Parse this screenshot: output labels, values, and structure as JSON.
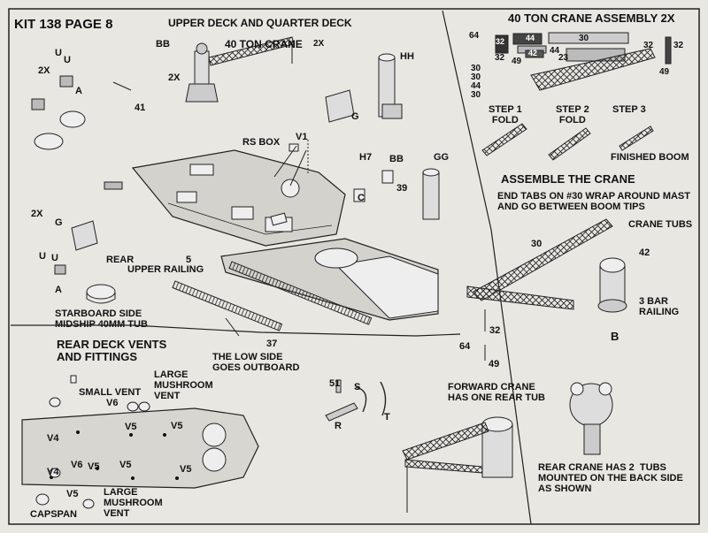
{
  "page": {
    "title": "KIT 138 PAGE 8",
    "subtitle": "UPPER DECK AND QUARTER DECK",
    "crane_heading": "40 TON CRANE",
    "crane_count": "2X"
  },
  "labels": {
    "bb_top": "BB",
    "two_x_crane": "2X",
    "two_x_left": "2X",
    "u_top": "U",
    "u_top2": "U",
    "a_top": "A",
    "n41": "41",
    "hh": "HH",
    "g_upper": "G",
    "rs_box": "RS BOX",
    "v1": "V1",
    "h7": "H7",
    "bb_mid": "BB",
    "n39": "39",
    "c": "C",
    "gg": "GG",
    "two_x_mid": "2X",
    "g_left": "G",
    "u_low": "U",
    "u_low2": "U",
    "a_low": "A",
    "rear": "REAR",
    "n5": "5",
    "upper_railing": "UPPER RAILING",
    "starboard": "STARBOARD SIDE\nMIDSHIP 40MM TUB",
    "n37": "37",
    "low_side": "THE LOW SIDE\nGOES OUTBOARD",
    "n51": "51",
    "s": "S",
    "r": "R",
    "t": "T"
  },
  "assembly": {
    "heading": "40 TON CRANE ASSEMBLY 2X",
    "part_numbers": [
      "64",
      "32",
      "44",
      "30",
      "32",
      "42",
      "44",
      "49",
      "23",
      "30",
      "30",
      "44",
      "30",
      "32",
      "32",
      "49"
    ],
    "steps": [
      "STEP 1\nFOLD",
      "STEP 2\nFOLD",
      "STEP 3"
    ],
    "finished_boom": "FINISHED BOOM",
    "assemble_heading": "ASSEMBLE THE CRANE",
    "note": "END TABS ON #30 WRAP AROUND MAST\nAND GO BETWEEN BOOM TIPS",
    "crane_tubs": "CRANE TUBS",
    "n42": "42",
    "n30": "30",
    "n32": "32",
    "n64": "64",
    "n49": "49",
    "three_bar": "3 BAR\nRAILING",
    "b": "B",
    "forward": "FORWARD CRANE\nHAS ONE REAR TUB",
    "rear_crane": "REAR CRANE HAS 2  TUBS\nMOUNTED ON THE BACK SIDE\nAS SHOWN"
  },
  "vents": {
    "heading": "REAR DECK VENTS\nAND FITTINGS",
    "small_vent": "SMALL VENT",
    "large_mushroom_top": "LARGE\nMUSHROOM\nVENT",
    "large_mushroom_bottom": "LARGE\nMUSHROOM\nVENT",
    "capspan": "CAPSPAN",
    "codes": [
      "V6",
      "V5",
      "V5",
      "V4",
      "V4",
      "V6",
      "V5",
      "V5",
      "V5",
      "V5"
    ]
  },
  "colors": {
    "background": "#e9e7e2",
    "ink": "#111111",
    "part_fill": "#d4d2cc"
  }
}
